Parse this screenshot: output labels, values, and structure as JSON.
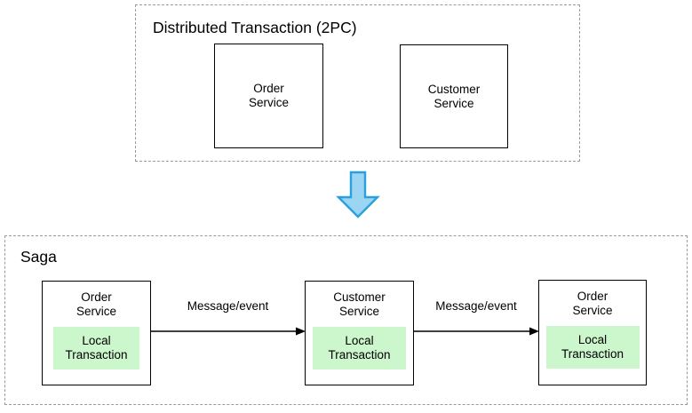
{
  "diagram": {
    "title_top": "Distributed Transaction (2PC)",
    "title_bottom": "Saga"
  },
  "top_section": {
    "label": "Distributed Transaction (2PC)",
    "boxes": [
      {
        "label": "Order\nService"
      },
      {
        "label": "Customer\nService"
      }
    ]
  },
  "transition": {
    "arrow_icon": "down-arrow-icon",
    "fill_color": "#9BD5F2",
    "stroke_color": "#2BA0DC"
  },
  "bottom_section": {
    "label": "Saga",
    "boxes": [
      {
        "title": "Order\nService",
        "local_transaction": "Local\nTransaction"
      },
      {
        "title": "Customer\nService",
        "local_transaction": "Local\nTransaction"
      },
      {
        "title": "Order\nService",
        "local_transaction": "Local\nTransaction"
      }
    ],
    "connectors": [
      {
        "label": "Message/event"
      },
      {
        "label": "Message/event"
      }
    ],
    "highlight_color": "#CCF6CC"
  },
  "style": {
    "group_border_color": "#9A9A9A",
    "box_border_color": "#000000",
    "background": "#FFFFFF"
  }
}
